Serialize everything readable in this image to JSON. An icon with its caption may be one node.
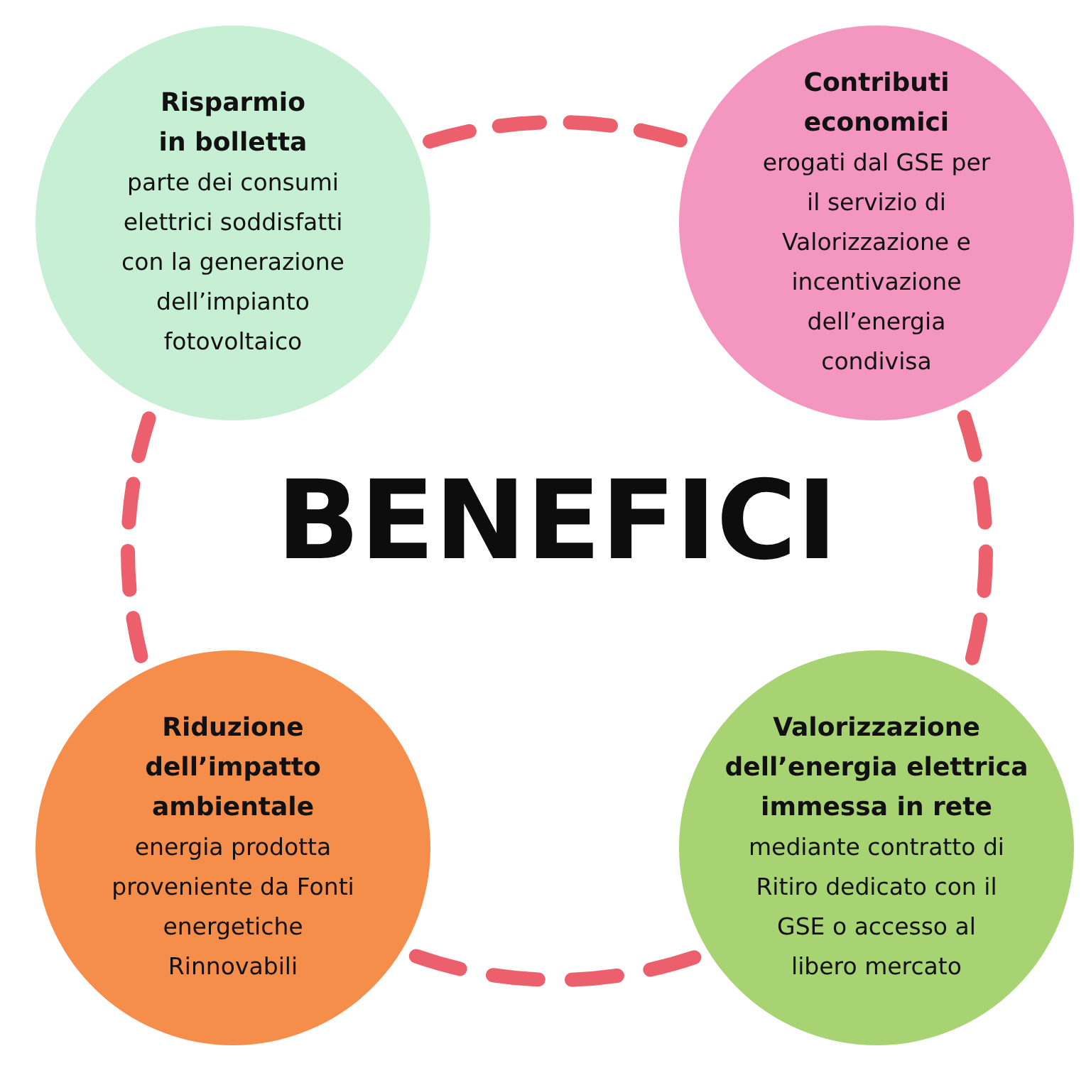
{
  "diagram": {
    "title": "BENEFICI",
    "nodes": [
      {
        "text": [
          "Risparmio in bolletta",
          "parte dei consumi elettrici soddisfatti con la generazione dell’impianto fotovoltaico"
        ]
      },
      {
        "text": [
          "Contributi economici",
          "erogati dal GSE per il servizio di Valorizzazione e incentivazione dell’energia condivisa"
        ]
      },
      {
        "text": [
          "Riduzione dell’impatto ambientale",
          "energia prodotta proveniente da Fonti energetiche Rinnovabili"
        ]
      },
      {
        "text": [
          "Valorizzazione dell’energia elettrica immessa in rete",
          "mediante contratto di Ritiro dedicato con il GSE o accesso al libero mercato"
        ]
      }
    ],
    "edges": [
      {
        "from": 0,
        "to": 1,
        "arrow": "none",
        "style": "dashed"
      },
      {
        "from": 1,
        "to": 3,
        "arrow": "none",
        "style": "dashed"
      },
      {
        "from": 3,
        "to": 2,
        "arrow": "none",
        "style": "dashed"
      },
      {
        "from": 2,
        "to": 0,
        "arrow": "none",
        "style": "dashed"
      }
    ]
  }
}
